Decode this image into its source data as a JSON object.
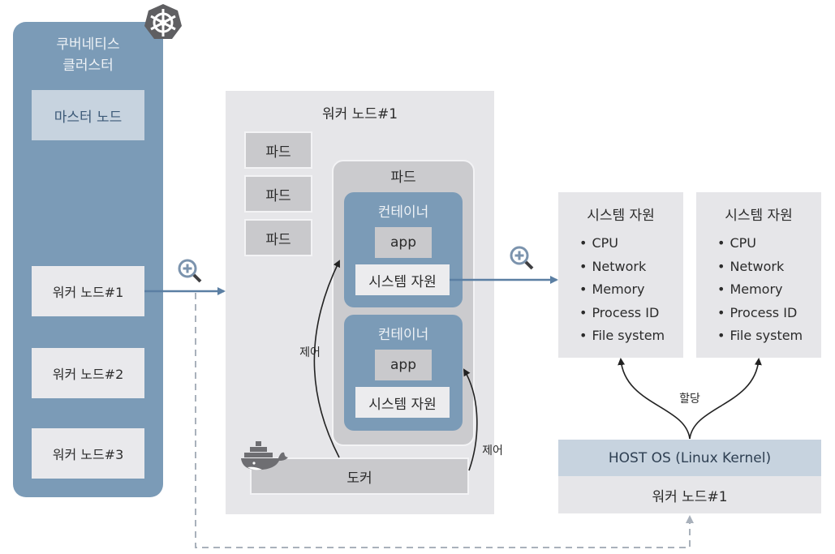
{
  "cluster": {
    "title_line1": "쿠버네티스",
    "title_line2": "클러스터",
    "master_node": "마스터 노드",
    "worker_nodes": [
      "워커 노드#1",
      "워커 노드#2",
      "워커 노드#3"
    ],
    "icon": "kubernetes-helm-icon"
  },
  "worker_detail": {
    "title": "워커 노드#1",
    "small_pods": [
      "파드",
      "파드",
      "파드"
    ],
    "pod": {
      "title": "파드",
      "containers": [
        {
          "title": "컨테이너",
          "app": "app",
          "resource": "시스템 자원"
        },
        {
          "title": "컨테이너",
          "app": "app",
          "resource": "시스템 자원"
        }
      ]
    },
    "docker": {
      "label": "도커",
      "icon": "docker-whale-icon"
    },
    "control_labels": [
      "제어",
      "제어"
    ]
  },
  "resources": [
    {
      "title": "시스템 자원",
      "items": [
        "CPU",
        "Network",
        "Memory",
        "Process ID",
        "File system"
      ]
    },
    {
      "title": "시스템 자원",
      "items": [
        "CPU",
        "Network",
        "Memory",
        "Process ID",
        "File system"
      ]
    }
  ],
  "host": {
    "allocation_label": "할당",
    "os": "HOST OS (Linux Kernel)",
    "worker": "워커 노드#1"
  },
  "colors": {
    "cluster_blue": "#7b9bb7",
    "light_blue": "#c7d3df",
    "panel_gray": "#e6e6e9",
    "box_gray": "#c9c9cc",
    "arrow_blue": "#5b7fa3",
    "dashed_gray": "#a9b1bb"
  }
}
